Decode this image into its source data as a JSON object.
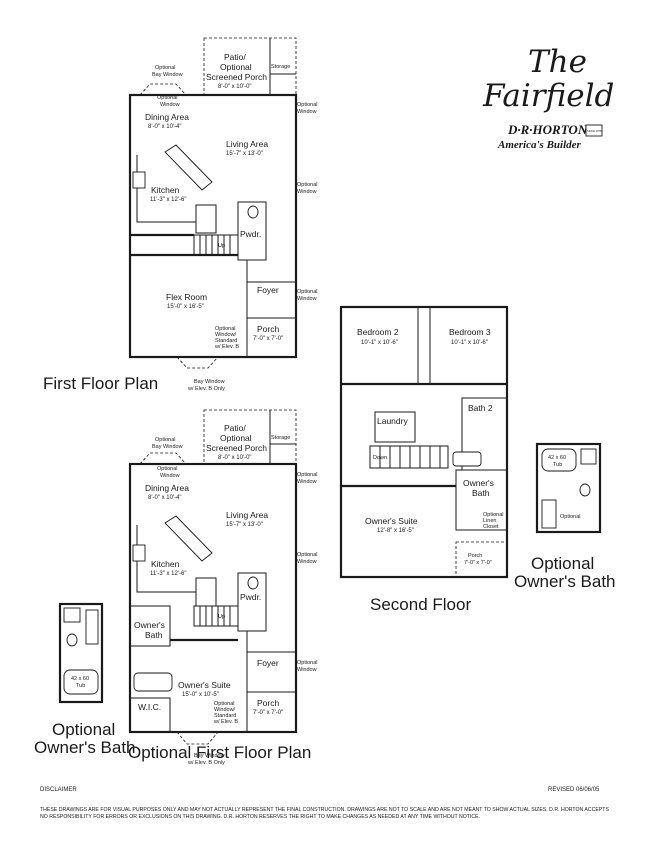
{
  "header": {
    "title_line1": "The",
    "title_line2": "Fairfield",
    "brand": "D·R·HORTON",
    "brand_mark": "SINCE 1978",
    "tagline": "America's Builder"
  },
  "first_floor": {
    "plan_title": "First Floor Plan",
    "patio": "Patio/",
    "patio2": "Optional",
    "patio3": "Screened Porch",
    "patio_dim": "8'-0\" x 10'-0\"",
    "storage": "Storage",
    "opt_bay_window": "Optional",
    "opt_bay_window2": "Bay Window",
    "opt_window_a": "Optional",
    "opt_window_a2": "Window",
    "opt_window_right": "Optional",
    "opt_window_right2": "Window",
    "dining": "Dining Area",
    "dining_dim": "8'-0\" x 10'-4\"",
    "living": "Living Area",
    "living_dim": "15'-7\" x 13'-0\"",
    "kitchen": "Kitchen",
    "kitchen_dim": "11'-3\" x 12'-6\"",
    "pwdr": "Pwdr.",
    "up": "Up",
    "flex": "Flex Room",
    "flex_dim": "15'-0\" x 16'-5\"",
    "foyer": "Foyer",
    "opt_std_window": "Optional",
    "opt_std_window2": "Window/",
    "opt_std_window3": "Standard",
    "opt_std_window4": "w/ Elev. B",
    "porch": "Porch",
    "porch_dim": "7'-0\" x 7'-0\"",
    "bay_window": "Bay Window",
    "bay_window2": "w/ Elev. B Only"
  },
  "optional_first_floor": {
    "plan_title": "Optional First Floor Plan",
    "owners_bath": "Owner's",
    "owners_bath2": "Bath",
    "owners_suite": "Owner's Suite",
    "owners_suite_dim": "15'-0\" x 10'-5\"",
    "wic": "W.I.C."
  },
  "optional_owners_bath_left": {
    "title1": "Optional",
    "title2": "Owner's Bath",
    "tub": "42 x 60",
    "tub2": "Tub"
  },
  "second_floor": {
    "plan_title": "Second Floor",
    "bedroom2": "Bedroom 2",
    "bedroom2_dim": "10'-1\" x 10'-6\"",
    "bedroom3": "Bedroom 3",
    "bedroom3_dim": "10'-1\" x 10'-6\"",
    "laundry": "Laundry",
    "bath2": "Bath 2",
    "down": "Down",
    "owners_bath": "Owner's",
    "owners_bath2": "Bath",
    "owners_suite": "Owner's Suite",
    "owners_suite_dim": "12'-8\" x 16'-5\"",
    "porch": "Porch",
    "porch_dim": "7'-0\" x 7'-0\"",
    "opt_linen": "Optional",
    "opt_linen2": "Linen",
    "opt_linen3": "Closet"
  },
  "optional_owners_bath_right": {
    "title1": "Optional",
    "title2": "Owner's Bath",
    "tub": "42 x 60",
    "tub2": "Tub"
  },
  "footer": {
    "disclaimer_label": "DISCLAIMER",
    "revised": "REVISED 06/06/05",
    "legal1": "THESE DRAWINGS ARE FOR VISUAL PURPOSES ONLY AND MAY NOT ACTUALLY REPRESENT THE FINAL CONSTRUCTION. DRAWINGS ARE NOT TO SCALE AND ARE NOT MEANT TO SHOW ACTUAL SIZES. D.R. HORTON ACCEPTS",
    "legal2": "NO RESPONSIBILITY FOR ERRORS OR EXCLUSIONS ON THIS DRAWING. D.R. HORTON RESERVES THE RIGHT TO MAKE CHANGES AS NEEDED AT ANY TIME WITHOUT NOTICE."
  }
}
